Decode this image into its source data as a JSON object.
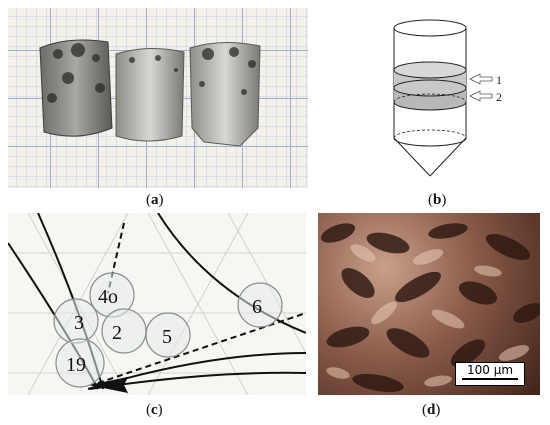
{
  "panels": {
    "a": {
      "caption_prefix": "(",
      "caption_letter": "a",
      "caption_suffix": ")"
    },
    "b": {
      "caption_prefix": "(",
      "caption_letter": "b",
      "caption_suffix": ")",
      "label_1": "1",
      "label_2": "2"
    },
    "c": {
      "caption_prefix": "(",
      "caption_letter": "c",
      "caption_suffix": ")",
      "disc_labels": [
        "4o",
        "3",
        "2",
        "5",
        "19",
        "6"
      ]
    },
    "d": {
      "caption_prefix": "(",
      "caption_letter": "d",
      "caption_suffix": ")",
      "scale_text": "100 µm"
    }
  },
  "colors": {
    "copper_dark": "#3f2319",
    "copper_light": "#c9a08c",
    "arrow": "#555555"
  }
}
